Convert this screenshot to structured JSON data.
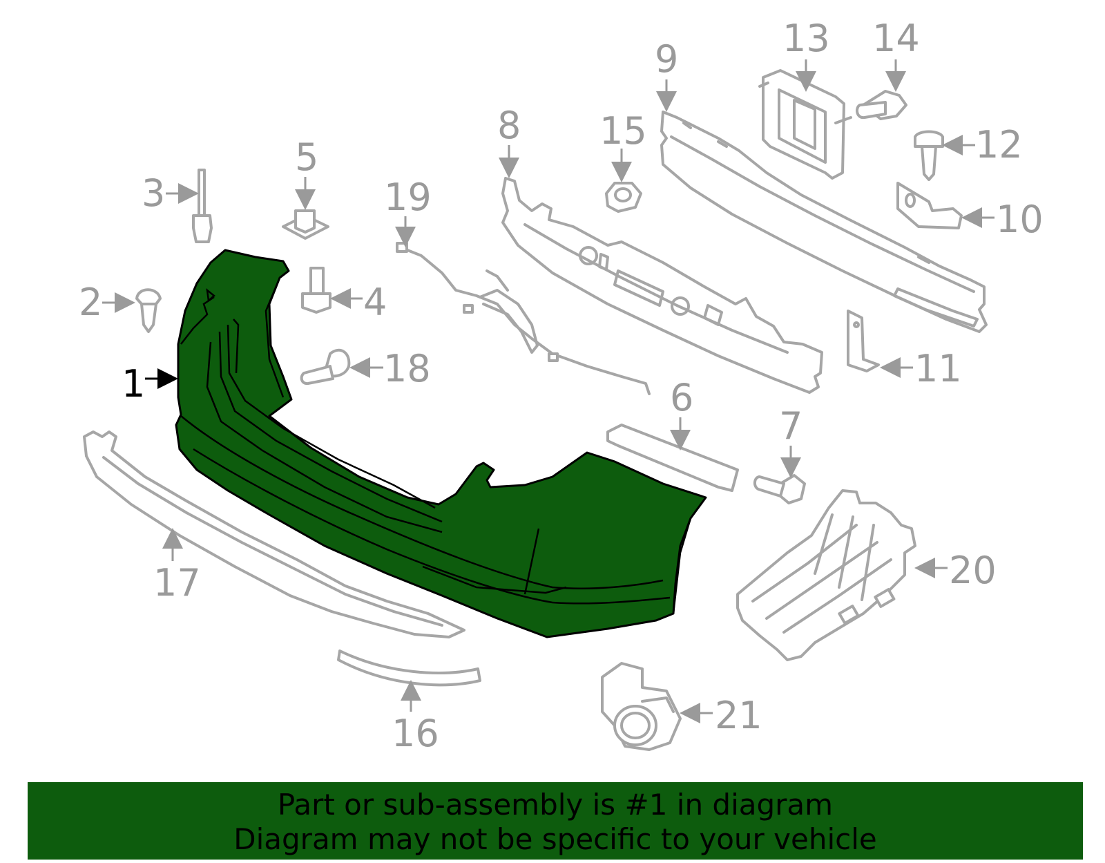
{
  "diagram": {
    "highlight_color": "#0d5c0d",
    "line_color": "#a6a6a6",
    "callouts": [
      "1",
      "2",
      "3",
      "4",
      "5",
      "6",
      "7",
      "8",
      "9",
      "10",
      "11",
      "12",
      "13",
      "14",
      "15",
      "16",
      "17",
      "18",
      "19",
      "20",
      "21"
    ]
  },
  "banner": {
    "line1": "Part or sub-assembly is #1 in diagram",
    "line2": "Diagram may not be specific to your vehicle",
    "background": "#0d5c0d"
  }
}
